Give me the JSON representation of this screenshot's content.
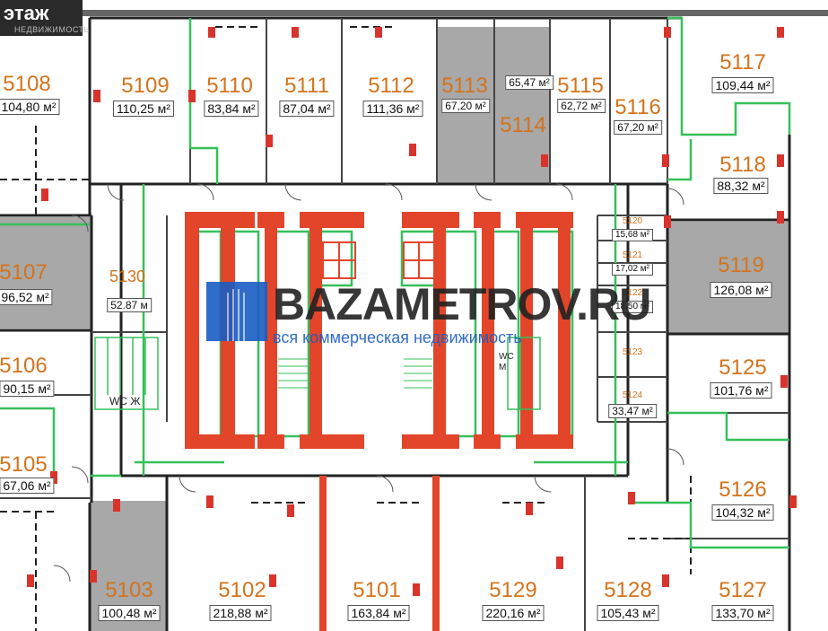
{
  "header": {
    "floor_label": "этаж",
    "brand_sub": "НЕДВИЖИМОСТЬ"
  },
  "watermark": {
    "name": "BAZAMETROV.RU",
    "tagline": "вся коммерческая недвижимость"
  },
  "units": [
    {
      "id": "5108",
      "area": "104,80 м²"
    },
    {
      "id": "5109",
      "area": "110,25 м²"
    },
    {
      "id": "5110",
      "area": "83,84 м²"
    },
    {
      "id": "5111",
      "area": "87,04 м²"
    },
    {
      "id": "5112",
      "area": "111,36 м²"
    },
    {
      "id": "5113",
      "area": "67,20 м²"
    },
    {
      "id": "5114",
      "area": "65,47 м²"
    },
    {
      "id": "5115",
      "area": "62,72 м²"
    },
    {
      "id": "5116",
      "area": "67,20 м²"
    },
    {
      "id": "5117",
      "area": "109,44 м²"
    },
    {
      "id": "5118",
      "area": "88,32 м²"
    },
    {
      "id": "5107",
      "area": "96,52 м²"
    },
    {
      "id": "5130",
      "area": "52.87 м"
    },
    {
      "id": "5120",
      "area": "15,68 м²"
    },
    {
      "id": "5121",
      "area": "17,02 м²"
    },
    {
      "id": "5122",
      "area": "18,50 м²"
    },
    {
      "id": "5119",
      "area": "126,08 м²"
    },
    {
      "id": "5123",
      "area": ""
    },
    {
      "id": "5106",
      "area": "90,15 м²"
    },
    {
      "id": "5124",
      "area": "33,47 м²"
    },
    {
      "id": "5125",
      "area": "101,76 м²"
    },
    {
      "id": "5105",
      "area": "67,06 м²"
    },
    {
      "id": "5126",
      "area": "104,32 м²"
    },
    {
      "id": "5103",
      "area": "100,48 м²"
    },
    {
      "id": "5102",
      "area": "218,88 м²"
    },
    {
      "id": "5101",
      "area": "163,84 м²"
    },
    {
      "id": "5129",
      "area": "220,16 м²"
    },
    {
      "id": "5128",
      "area": "105,43 м²"
    },
    {
      "id": "5127",
      "area": "133,70 м²"
    }
  ],
  "wc": [
    {
      "label": "WC Ж"
    },
    {
      "label": "WC М"
    }
  ],
  "colors": {
    "number": "#d4731c",
    "wall": "#222222",
    "partition": "#35c05a",
    "column": "#e2452a",
    "shaded": "#a8a8a8",
    "watermark_blue": "#1a5dc4"
  }
}
